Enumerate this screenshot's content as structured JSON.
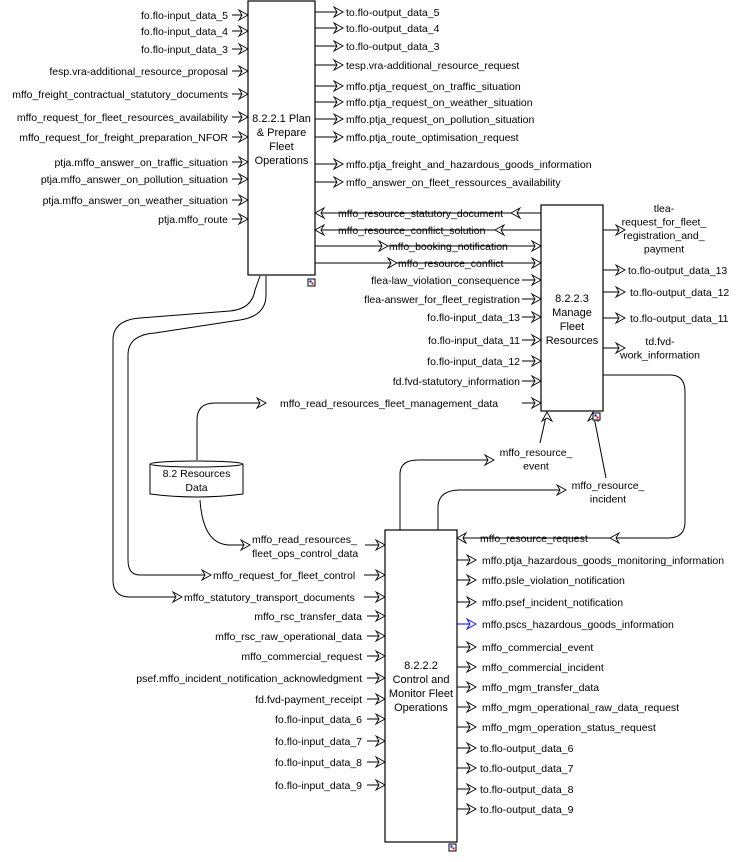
{
  "processes": [
    {
      "id": "p8221",
      "lines": [
        "8.2.2.1 Plan",
        "& Prepare",
        "Fleet",
        "Operations"
      ]
    },
    {
      "id": "p8222",
      "lines": [
        "8.2.2.2",
        "Control and",
        "Monitor Fleet",
        "Operations"
      ]
    },
    {
      "id": "p8223",
      "lines": [
        "8.2.2.3",
        "Manage",
        "Fleet",
        "Resources"
      ]
    }
  ],
  "datastore": {
    "lines": [
      "8.2 Resources",
      "Data"
    ]
  },
  "p8221_inputs": [
    "fo.flo-input_data_5",
    "fo.flo-input_data_4",
    "fo.flo-input_data_3",
    "fesp.vra-additional_resource_proposal",
    "mffo_freight_contractual_statutory_documents",
    "mffo_request_for_fleet_resources_availability",
    "mffo_request_for_freight_preparation_NFOR",
    "ptja.mffo_answer_on_traffic_situation",
    "ptja.mffo_answer_on_pollution_situation",
    "ptja.mffo_answer_on_weather_situation",
    "ptja.mffo_route"
  ],
  "p8221_outputs": [
    "to.flo-output_data_5",
    "to.flo-output_data_4",
    "to.flo-output_data_3",
    "tesp.vra-additional_resource_request",
    "mffo.ptja_request_on_traffic_situation",
    "mffo.ptja_request_on_weather_situation",
    "mffo.ptja_request_on_pollution_situation",
    "mffo.ptja_route_optimisation_request",
    "mffo.ptja_freight_and_hazardous_goods_information",
    "mffo_answer_on_fleet_ressources_availability"
  ],
  "flows_8223_to_8221": [
    "mffo_resource_statutory_document",
    "mffo_resource_conflict_solution"
  ],
  "flows_8221_to_8223": [
    "mffo_booking_notification",
    "mffo_resource_conflict"
  ],
  "p8223_inputs": [
    "flea-law_violation_consequence",
    "flea-answer_for_fleet_registration",
    "fo.flo-input_data_13",
    "fo.flo-input_data_11",
    "fo.flo-input_data_12",
    "fd.fvd-statutory_information",
    "mffo_read_resources_fleet_management_data"
  ],
  "p8223_outputs": [
    [
      "tlea-",
      "request_for_fleet_",
      "registration_and_",
      "payment"
    ],
    [
      "to.flo-output_data_13"
    ],
    [
      "to.flo-output_data_12"
    ],
    [
      "to.flo-output_data_11"
    ],
    [
      "td.fvd-",
      "work_information"
    ]
  ],
  "flows_8222_to_8223": [
    [
      "mffo_resource_",
      "event"
    ],
    [
      "mffo_resource_",
      "incident"
    ]
  ],
  "flow_8223_to_8222": "mffo_resource_request",
  "datastore_to_8222": [
    "mffo_read_resources_",
    "fleet_ops_control_data"
  ],
  "flows_8221_to_8222": [
    "mffo_request_for_fleet_control",
    "mffo_statutory_transport_documents"
  ],
  "p8222_inputs": [
    "mffo_rsc_transfer_data",
    "mffo_rsc_raw_operational_data",
    "mffo_commercial_request",
    "psef.mffo_incident_notification_acknowledgment",
    "fd.fvd-payment_receipt",
    "fo.flo-input_data_6",
    "fo.flo-input_data_7",
    "fo.flo-input_data_8",
    "fo.flo-input_data_9"
  ],
  "p8222_outputs": [
    "mffo.ptja_hazardous_goods_monitoring_information",
    "mffo.psle_violation_notification",
    "mffo.psef_incident_notification",
    "mffo.pscs_hazardous_goods_information",
    "mffo_commercial_event",
    "mffo_commercial_incident",
    "mffo_mgm_transfer_data",
    "mffo_mgm_operational_raw_data_request",
    "mffo_mgm_operation_status_request",
    "to.flo-output_data_6",
    "to.flo-output_data_7",
    "to.flo-output_data_8",
    "to.flo-output_data_9"
  ],
  "colors": {
    "line": "#000000",
    "highlight_flow": "#0000ff",
    "marker_blue": "#0000ff",
    "marker_red": "#ff0000"
  },
  "highlighted_output_index": 3
}
